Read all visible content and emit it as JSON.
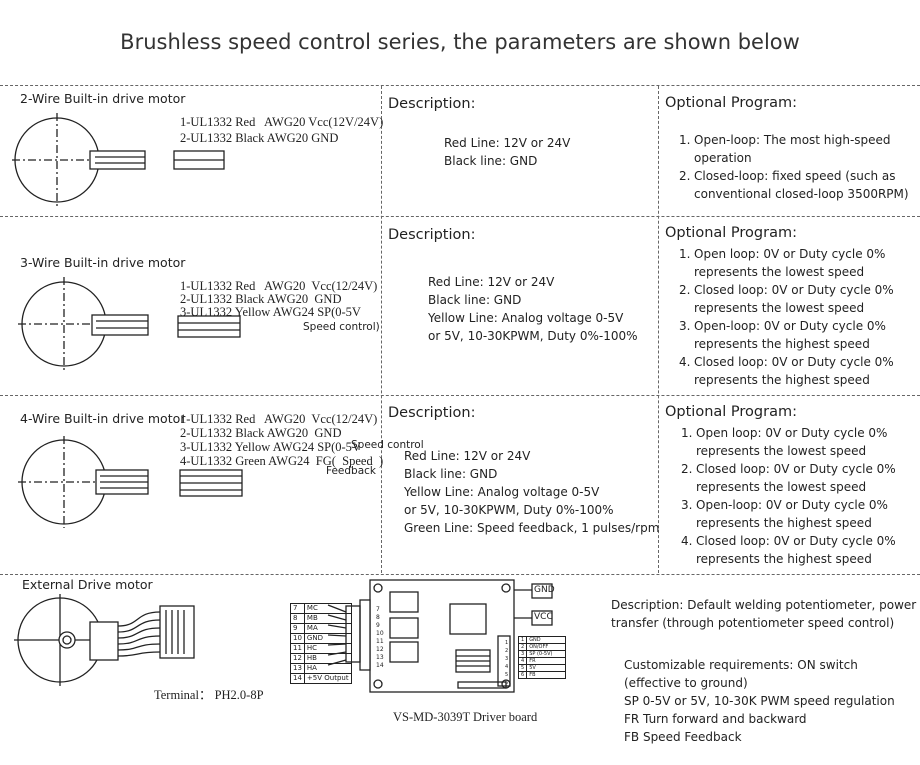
{
  "title": "Brushless speed control series, the parameters are shown below",
  "sections": {
    "two_wire": {
      "label": "2-Wire Built-in drive motor",
      "wires": [
        "1-UL1332 Red   AWG20 Vcc(12V/24V)",
        "2-UL1332 Black AWG20 GND"
      ],
      "desc_header": "Description:",
      "desc": [
        "Red Line: 12V or 24V",
        "Black line: GND"
      ],
      "prog_header": "Optional Program:",
      "prog": [
        {
          "n": "1.",
          "lines": [
            "Open-loop: The most high-speed",
            "operation"
          ]
        },
        {
          "n": "2.",
          "lines": [
            "Closed-loop: fixed speed (such as",
            "conventional closed-loop 3500RPM)"
          ]
        }
      ]
    },
    "three_wire": {
      "label": "3-Wire Built-in drive motor",
      "wires": [
        "1-UL1332 Red   AWG20  Vcc(12/24V)",
        "2-UL1332 Black AWG20  GND",
        "3-UL1332 Yellow AWG24 SP(0-5V"
      ],
      "wire_note": "Speed control)",
      "desc_header": "Description:",
      "desc": [
        "Red Line: 12V or 24V",
        "Black line: GND",
        "Yellow Line: Analog voltage 0-5V",
        "or 5V, 10-30KPWM, Duty 0%-100%"
      ],
      "prog_header": "Optional Program:",
      "prog": [
        {
          "n": "1.",
          "lines": [
            "Open loop: 0V or Duty cycle 0%",
            "represents the lowest speed"
          ]
        },
        {
          "n": "2.",
          "lines": [
            "Closed loop: 0V or Duty cycle 0%",
            "represents the lowest speed"
          ]
        },
        {
          "n": "3.",
          "lines": [
            "Open-loop: 0V or Duty cycle 0%",
            "represents the highest speed"
          ]
        },
        {
          "n": "4.",
          "lines": [
            "Closed loop: 0V or Duty cycle 0%",
            "represents the highest speed"
          ]
        }
      ]
    },
    "four_wire": {
      "label": "4-Wire Built-in drive motor",
      "wires": [
        "1-UL1332 Red   AWG20  Vcc(12/24V)",
        "2-UL1332 Black AWG20  GND",
        "3-UL1332 Yellow AWG24 SP(0-5V",
        "4-UL1332 Green AWG24  FG(  Speed  )"
      ],
      "wire_note_1": "Speed control",
      "wire_note_2": "Feedback",
      "desc_header": "Description:",
      "desc": [
        "Red Line: 12V or 24V",
        "Black line: GND",
        "Yellow Line: Analog voltage 0-5V",
        "or 5V, 10-30KPWM, Duty 0%-100%",
        "Green Line: Speed feedback, 1 pulses/rpm"
      ],
      "prog_header": "Optional Program:",
      "prog": [
        {
          "n": "1.",
          "lines": [
            "Open loop: 0V or Duty cycle 0%",
            "represents the lowest speed"
          ]
        },
        {
          "n": "2.",
          "lines": [
            "Closed loop: 0V or Duty cycle 0%",
            "represents the lowest speed"
          ]
        },
        {
          "n": "3.",
          "lines": [
            "Open-loop: 0V or Duty cycle 0%",
            "represents the highest speed"
          ]
        },
        {
          "n": "4.",
          "lines": [
            "Closed loop: 0V or Duty cycle 0%",
            "represents the highest speed"
          ]
        }
      ]
    },
    "external": {
      "label": "External Drive motor",
      "terminal": "Terminal： PH2.0-8P",
      "board_label": "VS-MD-3039T Driver board",
      "gnd": "GND",
      "vcc": "VCC",
      "pin_table": [
        [
          "7",
          "MC"
        ],
        [
          "8",
          "MB"
        ],
        [
          "9",
          "MA"
        ],
        [
          "10",
          "GND"
        ],
        [
          "11",
          "HC"
        ],
        [
          "12",
          "HB"
        ],
        [
          "13",
          "HA"
        ],
        [
          "14",
          "+5V Output"
        ]
      ],
      "right_table": [
        [
          "1",
          "GND"
        ],
        [
          "2",
          "ON/OFF"
        ],
        [
          "3",
          "SP (0-5V)"
        ],
        [
          "4",
          "FR"
        ],
        [
          "5",
          "5V"
        ],
        [
          "6",
          "FB"
        ]
      ],
      "pin_numbers": [
        "7",
        "8",
        "9",
        "10",
        "11",
        "12",
        "13",
        "14"
      ],
      "right_numbers": [
        "1",
        "2",
        "3",
        "4",
        "5",
        "6"
      ],
      "desc": [
        "Description: Default welding potentiometer, power",
        "transfer (through potentiometer speed control)"
      ],
      "custom": [
        "Customizable requirements: ON switch",
        "(effective to ground)",
        "SP 0-5V or 5V, 10-30K PWM speed regulation",
        "FR  Turn forward and backward",
        "FB Speed Feedback"
      ]
    }
  }
}
